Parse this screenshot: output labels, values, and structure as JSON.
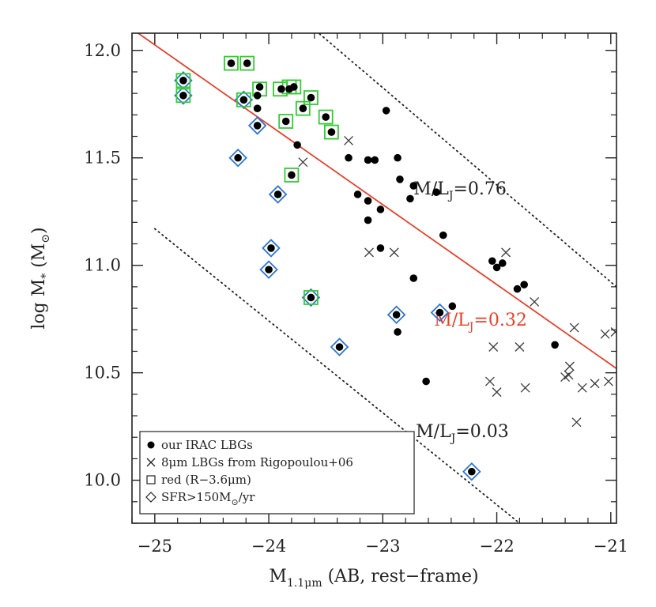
{
  "chart_data": {
    "type": "scatter",
    "title": "",
    "xlabel": "M",
    "xlabel_sub": "1.1μm",
    "xlabel_rest": " (AB, rest−frame)",
    "ylabel": "log M",
    "ylabel_sub": "*",
    "ylabel_rest": " (M",
    "ylabel_sub2": "⊙",
    "ylabel_end": ")",
    "xlim": [
      -25.2,
      -20.95
    ],
    "ylim": [
      9.8,
      12.08
    ],
    "x_inverted": false,
    "xticks": [
      -25,
      -24,
      -23,
      -22,
      -21
    ],
    "xtick_labels": [
      "−25",
      "−24",
      "−23",
      "−22",
      "−21"
    ],
    "yticks": [
      10.0,
      10.5,
      11.0,
      11.5,
      12.0
    ],
    "ytick_labels": [
      "10.0",
      "10.5",
      "11.0",
      "11.5",
      "12.0"
    ],
    "grid": false,
    "legend_position": "bottom-left",
    "legend": [
      {
        "marker": "filled-circle",
        "pre": "our IRAC LBGs",
        "sub": "",
        "post": ""
      },
      {
        "marker": "cross",
        "pre": "8μm LBGs from Rigopoulou+06",
        "sub": "",
        "post": ""
      },
      {
        "marker": "square",
        "pre": "red (R−3.6μm)",
        "sub": "",
        "post": ""
      },
      {
        "marker": "diamond",
        "pre": "SFR>150M",
        "sub": "⊙",
        "post": "/yr"
      }
    ],
    "reference_lines": [
      {
        "label": "M/L",
        "sub": "J",
        "value": "=0.76",
        "color": "#222222",
        "style": "dotted",
        "points": [
          [
            -23.65,
            12.12
          ],
          [
            -20.95,
            10.9
          ]
        ],
        "label_at": [
          -22.73,
          11.33
        ]
      },
      {
        "label": "M/L",
        "sub": "J",
        "value": "=0.32",
        "color": "#e8402a",
        "style": "solid",
        "points": [
          [
            -25.2,
            12.1
          ],
          [
            -20.95,
            10.52
          ]
        ],
        "label_at": [
          -22.55,
          10.72
        ]
      },
      {
        "label": "M/L",
        "sub": "J",
        "value": "=0.03",
        "color": "#222222",
        "style": "dotted",
        "points": [
          [
            -25.0,
            11.17
          ],
          [
            -21.8,
            9.8
          ]
        ],
        "label_at": [
          -22.71,
          10.2
        ]
      }
    ],
    "series": [
      {
        "name": "our IRAC LBGs",
        "marker": "filled-circle",
        "color": "#000000",
        "points": [
          [
            -24.75,
            11.86
          ],
          [
            -24.75,
            11.79
          ],
          [
            -24.33,
            11.94
          ],
          [
            -24.19,
            11.94
          ],
          [
            -24.22,
            11.77
          ],
          [
            -24.1,
            11.79
          ],
          [
            -24.08,
            11.83
          ],
          [
            -24.1,
            11.73
          ],
          [
            -24.1,
            11.65
          ],
          [
            -24.27,
            11.5
          ],
          [
            -23.89,
            11.82
          ],
          [
            -23.82,
            11.82
          ],
          [
            -23.78,
            11.83
          ],
          [
            -23.85,
            11.67
          ],
          [
            -23.7,
            11.73
          ],
          [
            -23.63,
            11.78
          ],
          [
            -23.75,
            11.56
          ],
          [
            -23.5,
            11.69
          ],
          [
            -23.45,
            11.62
          ],
          [
            -23.8,
            11.42
          ],
          [
            -23.92,
            11.33
          ],
          [
            -23.98,
            11.08
          ],
          [
            -24.0,
            10.98
          ],
          [
            -23.63,
            10.85
          ],
          [
            -23.38,
            10.62
          ],
          [
            -23.3,
            11.5
          ],
          [
            -23.22,
            11.33
          ],
          [
            -23.13,
            11.49
          ],
          [
            -23.07,
            11.49
          ],
          [
            -23.13,
            11.3
          ],
          [
            -23.13,
            11.21
          ],
          [
            -23.02,
            11.26
          ],
          [
            -23.02,
            11.08
          ],
          [
            -22.97,
            11.72
          ],
          [
            -22.87,
            11.5
          ],
          [
            -22.85,
            11.4
          ],
          [
            -22.76,
            11.31
          ],
          [
            -22.73,
            11.37
          ],
          [
            -22.73,
            10.94
          ],
          [
            -22.88,
            10.77
          ],
          [
            -22.87,
            10.69
          ],
          [
            -22.62,
            10.46
          ],
          [
            -22.53,
            11.34
          ],
          [
            -22.47,
            11.14
          ],
          [
            -22.5,
            10.78
          ],
          [
            -22.39,
            10.81
          ],
          [
            -22.22,
            10.04
          ],
          [
            -22.04,
            11.02
          ],
          [
            -22.0,
            10.99
          ],
          [
            -21.95,
            11.01
          ],
          [
            -21.82,
            10.89
          ],
          [
            -21.76,
            10.91
          ],
          [
            -21.49,
            10.63
          ]
        ]
      },
      {
        "name": "8μm LBGs from Rigopoulou+06",
        "marker": "cross",
        "color": "#3a3a3a",
        "points": [
          [
            -23.3,
            11.58
          ],
          [
            -23.7,
            11.48
          ],
          [
            -23.12,
            11.06
          ],
          [
            -22.9,
            11.06
          ],
          [
            -21.92,
            11.06
          ],
          [
            -21.67,
            10.83
          ],
          [
            -22.03,
            10.62
          ],
          [
            -21.8,
            10.62
          ],
          [
            -22.06,
            10.46
          ],
          [
            -22.0,
            10.41
          ],
          [
            -21.75,
            10.43
          ],
          [
            -21.36,
            10.53
          ],
          [
            -21.37,
            10.49
          ],
          [
            -21.4,
            10.48
          ],
          [
            -21.32,
            10.71
          ],
          [
            -21.25,
            10.43
          ],
          [
            -21.14,
            10.45
          ],
          [
            -21.05,
            10.68
          ],
          [
            -21.02,
            10.46
          ],
          [
            -20.96,
            10.69
          ],
          [
            -21.3,
            10.27
          ]
        ]
      },
      {
        "name": "red (R−3.6μm)",
        "marker": "square",
        "color": "#33cc33",
        "points": [
          [
            -24.75,
            11.86
          ],
          [
            -24.75,
            11.79
          ],
          [
            -24.33,
            11.94
          ],
          [
            -24.19,
            11.94
          ],
          [
            -24.22,
            11.77
          ],
          [
            -24.08,
            11.82
          ],
          [
            -23.9,
            11.82
          ],
          [
            -23.82,
            11.83
          ],
          [
            -23.78,
            11.83
          ],
          [
            -23.85,
            11.67
          ],
          [
            -23.7,
            11.73
          ],
          [
            -23.63,
            11.78
          ],
          [
            -23.5,
            11.69
          ],
          [
            -23.45,
            11.62
          ],
          [
            -23.8,
            11.42
          ],
          [
            -23.63,
            10.85
          ]
        ]
      },
      {
        "name": "SFR>150M⊙/yr",
        "marker": "diamond",
        "color": "#2d75d6",
        "points": [
          [
            -24.75,
            11.86
          ],
          [
            -24.75,
            11.79
          ],
          [
            -24.22,
            11.77
          ],
          [
            -24.1,
            11.65
          ],
          [
            -24.27,
            11.5
          ],
          [
            -23.92,
            11.33
          ],
          [
            -23.98,
            11.08
          ],
          [
            -24.0,
            10.98
          ],
          [
            -23.63,
            10.85
          ],
          [
            -23.38,
            10.62
          ],
          [
            -22.88,
            10.77
          ],
          [
            -22.5,
            10.78
          ],
          [
            -22.22,
            10.04
          ]
        ]
      }
    ]
  }
}
